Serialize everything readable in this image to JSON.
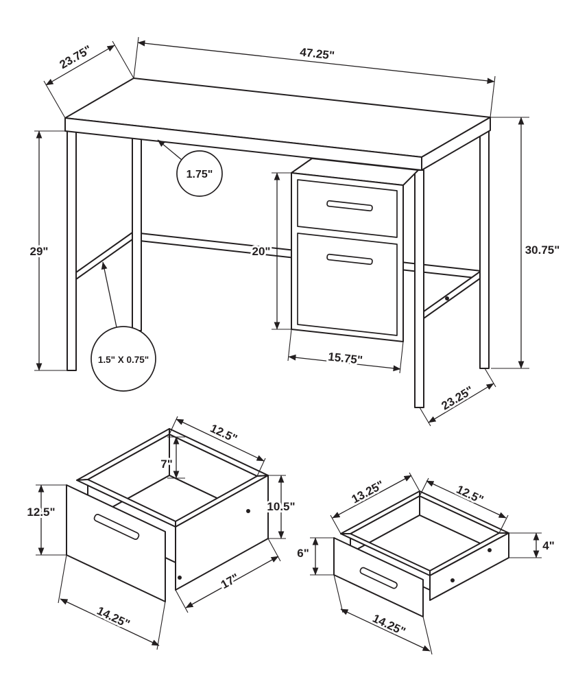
{
  "colors": {
    "line": "#231f20",
    "background": "#ffffff"
  },
  "desk": {
    "dim_depth_top": "23.75\"",
    "dim_width_top": "47.25\"",
    "callout_top_thickness": "1.75\"",
    "dim_leg_height": "29\"",
    "dim_drawer_unit_height": "20\"",
    "dim_total_height": "30.75\"",
    "dim_drawer_unit_width": "15.75\"",
    "dim_depth_bottom": "23.25\"",
    "callout_tube": "1.5\" X 0.75\""
  },
  "large_drawer": {
    "dim_inner_width_top": "12.5\"",
    "dim_inner_height": "7\"",
    "dim_side_height": "10.5\"",
    "dim_front_height": "12.5\"",
    "dim_side_depth": "17\"",
    "dim_front_width": "14.25\""
  },
  "small_drawer": {
    "dim_side_depth": "13.25\"",
    "dim_inner_width_top": "12.5\"",
    "dim_front_height": "6\"",
    "dim_side_height": "4\"",
    "dim_front_width": "14.25\""
  }
}
